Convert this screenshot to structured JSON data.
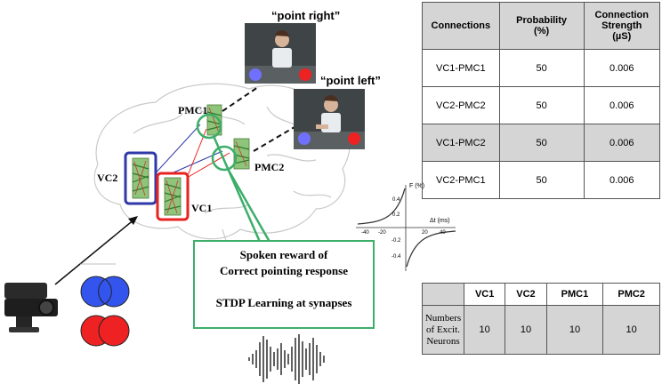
{
  "labels": {
    "point_right": "“point right”",
    "point_left": "“point left”",
    "pmc1": "PMC1",
    "pmc2": "PMC2",
    "vc1": "VC1",
    "vc2": "VC2"
  },
  "reward_box": {
    "line1": "Spoken reward  of",
    "line2": "Correct pointing response",
    "line3": "STDP Learning at synapses"
  },
  "stdp_plot": {
    "y_label": "F (%)",
    "x_label": "Δt (ms)",
    "y_ticks": [
      "0.4",
      "0.2",
      "-0.2",
      "-0.4"
    ],
    "x_ticks": [
      "-40",
      "-20",
      "20",
      "40"
    ]
  },
  "connections_table": {
    "headers": [
      "Connections",
      "Probability (%)",
      "Connection Strength (µS)"
    ],
    "rows": [
      [
        "VC1-PMC1",
        "50",
        "0.006"
      ],
      [
        "VC2-PMC2",
        "50",
        "0.006"
      ],
      [
        "VC1-PMC2",
        "50",
        "0.006"
      ],
      [
        "VC2-PMC1",
        "50",
        "0.006"
      ]
    ]
  },
  "neurons_table": {
    "headers": [
      "",
      "VC1",
      "VC2",
      "PMC1",
      "PMC2"
    ],
    "row_label": [
      "Numbers",
      "of Excit.",
      "Neurons"
    ],
    "values": [
      "10",
      "10",
      "10",
      "10"
    ]
  },
  "colors": {
    "green": "#3dae6a",
    "red": "#e8231f",
    "blue": "#2f3aa8",
    "venn_blue": "#3355ee",
    "venn_red": "#ee2222"
  }
}
